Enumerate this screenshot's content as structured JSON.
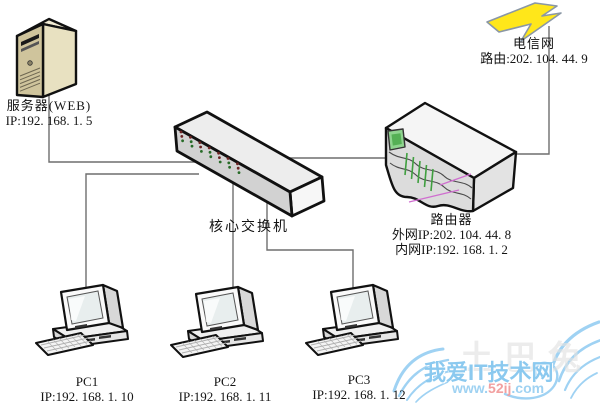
{
  "nodes": {
    "server": {
      "label": "服务器(WEB)",
      "ip": "IP:192. 168. 1. 5"
    },
    "telecom": {
      "label": "电信网",
      "route": "路由:202. 104. 44. 9"
    },
    "core_switch": {
      "label": "核心交换机"
    },
    "router": {
      "label": "路由器",
      "wan_ip": "外网IP:202. 104. 44. 8",
      "lan_ip": "内网IP:192. 168. 1. 2"
    },
    "pc1": {
      "label": "PC1",
      "ip": "IP:192. 168. 1. 10"
    },
    "pc2": {
      "label": "PC2",
      "ip": "IP:192. 168. 1. 11"
    },
    "pc3": {
      "label": "PC3",
      "ip": "IP:192. 168. 1. 12"
    }
  },
  "connections": [
    {
      "from": "server",
      "to": "core_switch"
    },
    {
      "from": "pc1",
      "to": "core_switch"
    },
    {
      "from": "pc2",
      "to": "core_switch"
    },
    {
      "from": "pc3",
      "to": "core_switch"
    },
    {
      "from": "core_switch",
      "to": "router"
    },
    {
      "from": "router",
      "to": "telecom"
    }
  ],
  "watermark": {
    "site_name": "我爱IT技术网",
    "url_prefix": "www.",
    "url_name": "52ij",
    "url_suffix": ".com",
    "ghost_text": "土巴兔"
  },
  "colors": {
    "server_body": "#cfc49c",
    "bolt_yellow": "#ffe71a",
    "device_gray": "#d2d2d2",
    "led_red": "#6b2424",
    "led_green": "#276b27",
    "router_led_green": "#8fd48f",
    "accent_magenta": "#cf6ecf",
    "line_gray": "#6e6e6e",
    "watermark_blue": "#8bc9ef",
    "watermark_red": "#f2a0a0"
  }
}
